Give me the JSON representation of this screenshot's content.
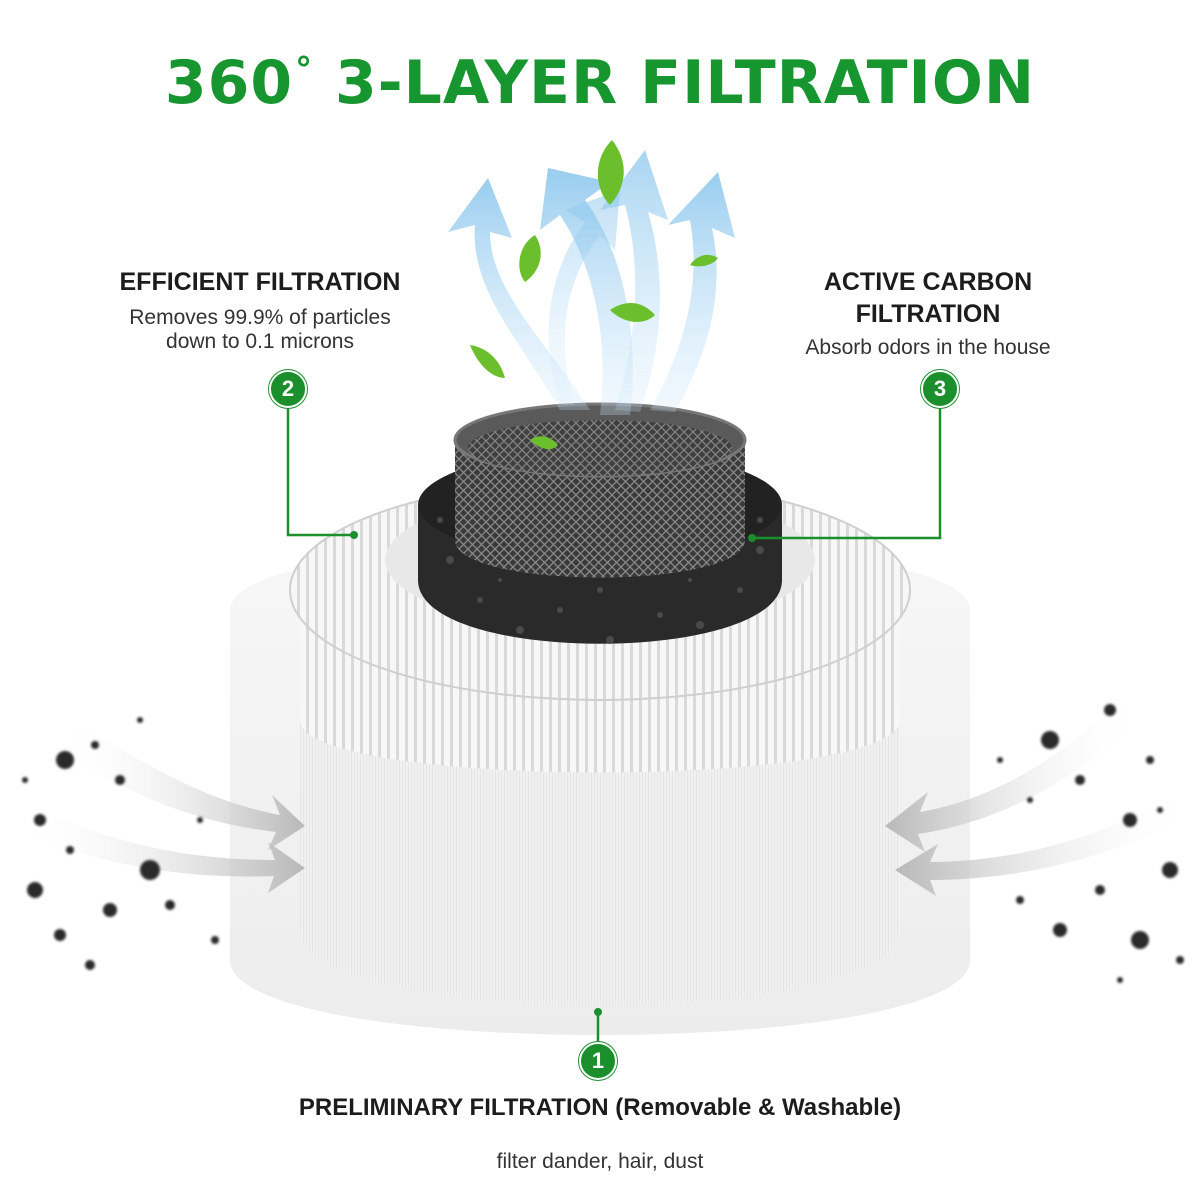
{
  "title": {
    "main": "360",
    "degree": "°",
    "rest": " 3-LAYER FILTRATION"
  },
  "layers": {
    "efficient": {
      "number": "2",
      "heading": "EFFICIENT FILTRATION",
      "line1": "Removes 99.9% of particles",
      "line2": "down to 0.1 microns"
    },
    "carbon": {
      "number": "3",
      "heading1": "ACTIVE CARBON",
      "heading2": "FILTRATION",
      "desc": "Absorb odors in the house"
    },
    "preliminary": {
      "number": "1",
      "heading": "PRELIMINARY FILTRATION",
      "note": "(Removable & Washable)",
      "desc": "filter dander, hair, dust"
    }
  },
  "colors": {
    "accent": "#17952f",
    "carbon": "#2a2a2a",
    "airflow": "#8fc9ef",
    "leaf": "#6cbf2c"
  }
}
